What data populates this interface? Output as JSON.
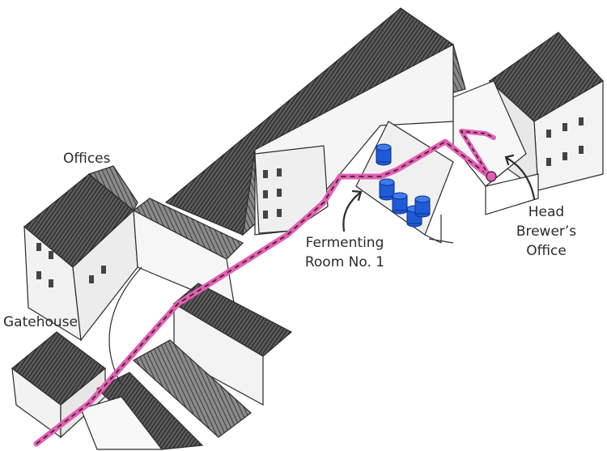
{
  "labels": {
    "offices": "Offices",
    "gatehouse": "Gatehouse",
    "fermenting_line1": "Fermenting",
    "fermenting_line2": "Room No. 1",
    "head_line1": "Head",
    "head_line2": "Brewer’s",
    "head_line3": "Office"
  },
  "colors": {
    "route": "#e060b0",
    "route_dash": "#3a1030",
    "vat": "#1f5bd6",
    "ink": "#2b2b2b",
    "roof": "#3c3c3c",
    "wall": "#f4f4f4"
  }
}
